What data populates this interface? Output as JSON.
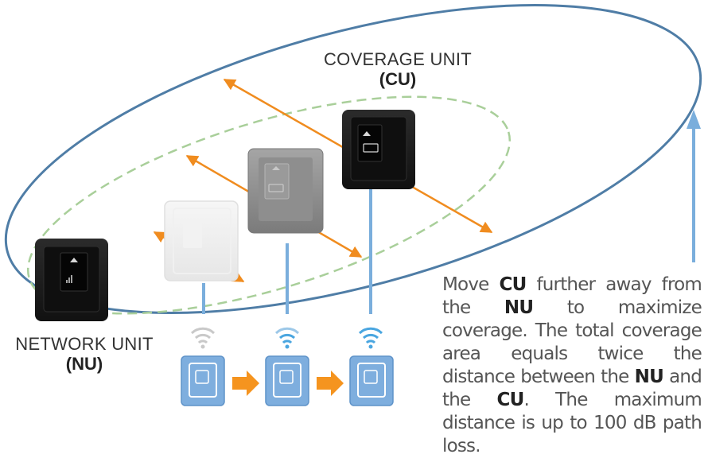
{
  "coverage_unit": {
    "title": "COVERAGE UNIT",
    "abbr": "(CU)"
  },
  "network_unit": {
    "title": "NETWORK UNIT",
    "abbr": "(NU)"
  },
  "description": {
    "p1": "Move ",
    "cu1": "CU",
    "p2": " further away from the ",
    "nu1": "NU",
    "p3": " to maximize coverage. The total coverage area equals twice the distance between the ",
    "nu2": "NU",
    "p4": " and the ",
    "cu2": "CU",
    "p5": ". The maximum distance is up to 100 dB path loss."
  },
  "colors": {
    "outer_ellipse": "#4f7da6",
    "inner_ellipse": "#a9cf9a",
    "arrows": "#f08c1f",
    "stems": "#7aaedc",
    "wifi": "#4aa6e0",
    "mini_unit": "#7eaede",
    "device_dark": "#1a1a1a",
    "device_gray": "#8c8c8c",
    "device_light": "#ededed"
  },
  "icons": [
    "wifi-icon",
    "right-arrow-icon",
    "up-arrow-icon",
    "signal-bars-icon",
    "battery-icon"
  ]
}
